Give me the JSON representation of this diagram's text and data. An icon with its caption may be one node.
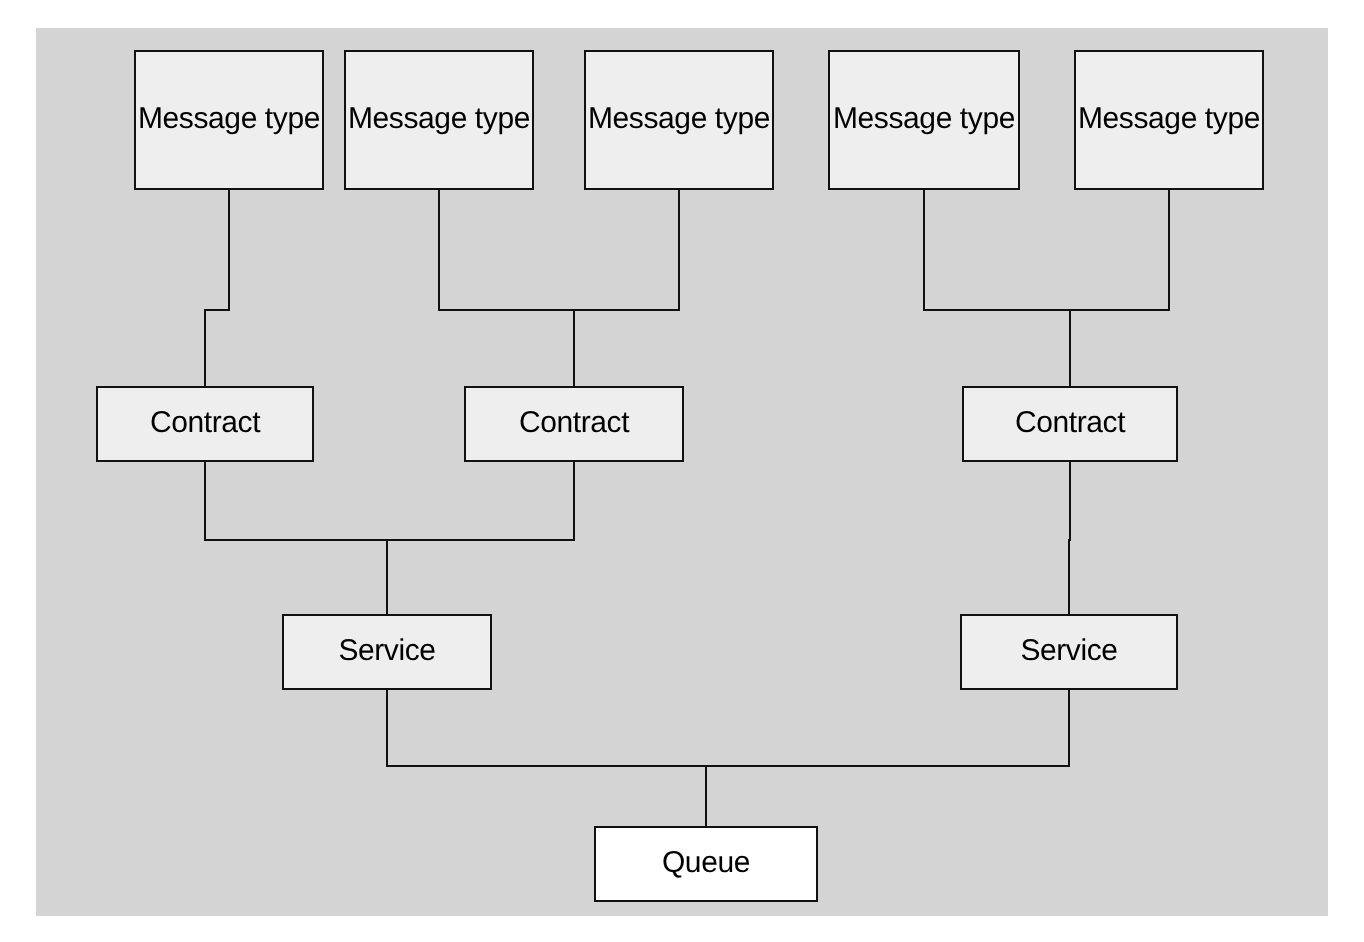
{
  "diagram": {
    "nodes": [
      {
        "text": [
          "Message type"
        ]
      },
      {
        "text": [
          "Message type"
        ]
      },
      {
        "text": [
          "Message type"
        ]
      },
      {
        "text": [
          "Message type"
        ]
      },
      {
        "text": [
          "Message type"
        ]
      },
      {
        "text": [
          "Contract"
        ]
      },
      {
        "text": [
          "Contract"
        ]
      },
      {
        "text": [
          "Contract"
        ]
      },
      {
        "text": [
          "Service"
        ]
      },
      {
        "text": [
          "Service"
        ]
      },
      {
        "text": [
          "Queue"
        ]
      }
    ],
    "edges": [
      {
        "from": 0,
        "to": 5,
        "arrow": "none"
      },
      {
        "from": 1,
        "to": 6,
        "arrow": "none"
      },
      {
        "from": 2,
        "to": 6,
        "arrow": "none"
      },
      {
        "from": 3,
        "to": 7,
        "arrow": "none"
      },
      {
        "from": 4,
        "to": 7,
        "arrow": "none"
      },
      {
        "from": 5,
        "to": 8,
        "arrow": "none"
      },
      {
        "from": 6,
        "to": 8,
        "arrow": "none"
      },
      {
        "from": 7,
        "to": 9,
        "arrow": "none"
      },
      {
        "from": 8,
        "to": 10,
        "arrow": "none"
      },
      {
        "from": 9,
        "to": 10,
        "arrow": "none"
      }
    ]
  }
}
